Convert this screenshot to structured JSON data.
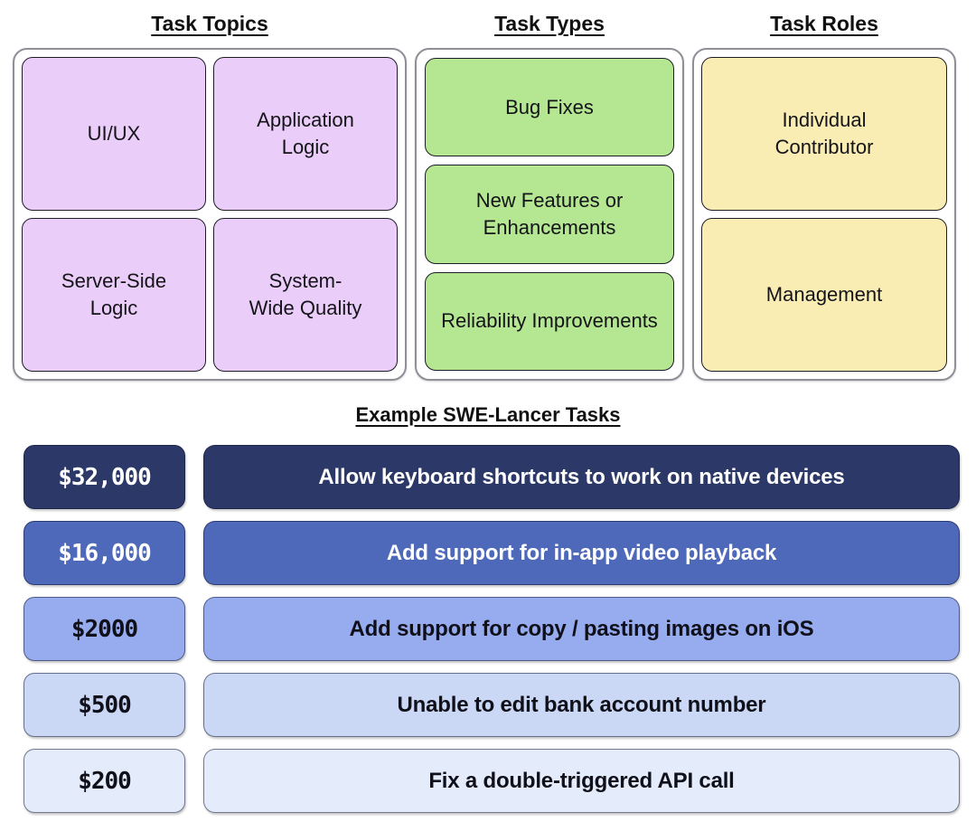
{
  "topics": {
    "title": "Task Topics",
    "box_color": "#EACDF8",
    "items": [
      {
        "label": "UI/UX"
      },
      {
        "label": "Application Logic"
      },
      {
        "label": "Server-Side Logic"
      },
      {
        "label": "System-Wide Quality"
      }
    ]
  },
  "types": {
    "title": "Task Types",
    "box_color": "#B5E692",
    "items": [
      {
        "label": "Bug Fixes"
      },
      {
        "label": "New Features or Enhancements"
      },
      {
        "label": "Reliability Improvements"
      }
    ]
  },
  "roles": {
    "title": "Task Roles",
    "box_color": "#FAEDB4",
    "items": [
      {
        "label": "Individual Contributor"
      },
      {
        "label": "Management"
      }
    ]
  },
  "examples": {
    "title": "Example SWE-Lancer Tasks",
    "rows": [
      {
        "price": "$32,000",
        "task": "Allow keyboard shortcuts to work on native devices",
        "bg": "#2C3968",
        "fg": "#FFFFFF"
      },
      {
        "price": "$16,000",
        "task": "Add support for in-app video playback",
        "bg": "#4F69BA",
        "fg": "#FFFFFF"
      },
      {
        "price": "$2000",
        "task": "Add support for copy / pasting images on iOS",
        "bg": "#97ACEF",
        "fg": "#10101A"
      },
      {
        "price": "$500",
        "task": "Unable to edit bank account number",
        "bg": "#CBD8F5",
        "fg": "#10101A"
      },
      {
        "price": "$200",
        "task": "Fix a double-triggered API call",
        "bg": "#E4EBFA",
        "fg": "#10101A"
      }
    ]
  }
}
